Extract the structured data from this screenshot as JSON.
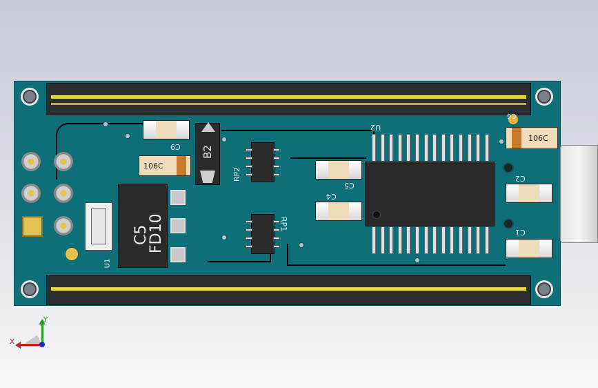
{
  "board": {
    "ref_labels": {
      "regulator_code_line1": "C5",
      "regulator_code_line2": "FD10",
      "diode": "B2",
      "cap_left_small": "106C",
      "cap_right_small": "106C",
      "silk_c9": "C9",
      "silk_rp2": "RP2",
      "silk_rp1": "RP1",
      "silk_u1": "U1",
      "silk_c5": "C5",
      "silk_c4": "C4",
      "silk_c1": "C1",
      "silk_c2": "C2",
      "silk_c6": "C6",
      "silk_u2": "U2"
    }
  },
  "axis_triad": {
    "x_label": "X",
    "y_label": "Y"
  },
  "colors": {
    "pcb": "#0e6f79",
    "pin": "#e8d740",
    "chip": "#2c2c2c"
  }
}
